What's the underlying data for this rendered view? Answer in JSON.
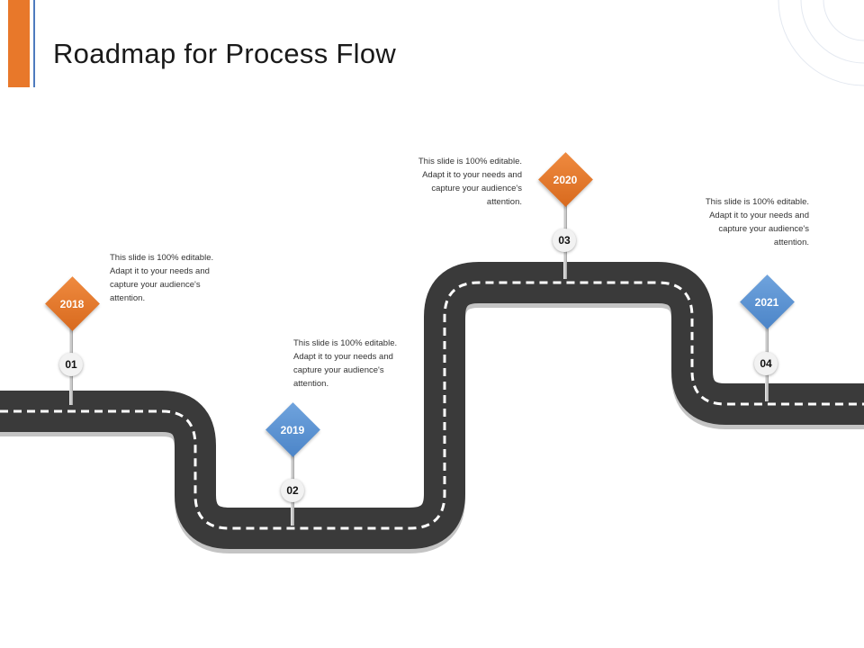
{
  "title": "Roadmap for Process Flow",
  "colors": {
    "accent_orange": "#E8782A",
    "accent_blue": "#4E7BBE",
    "road": "#3a3a3a",
    "road_dash": "#ffffff"
  },
  "milestones": [
    {
      "number": "01",
      "year": "2018",
      "color": "orange",
      "text": "This slide is 100% editable. Adapt it to your needs and capture your audience's attention."
    },
    {
      "number": "02",
      "year": "2019",
      "color": "blue",
      "text": "This slide is 100% editable. Adapt it to your needs and capture your audience's attention."
    },
    {
      "number": "03",
      "year": "2020",
      "color": "orange",
      "text": "This slide is 100% editable. Adapt it to your needs and capture your audience's attention."
    },
    {
      "number": "04",
      "year": "2021",
      "color": "blue",
      "text": "This slide is 100% editable. Adapt it to your needs and capture your audience's attention."
    }
  ]
}
